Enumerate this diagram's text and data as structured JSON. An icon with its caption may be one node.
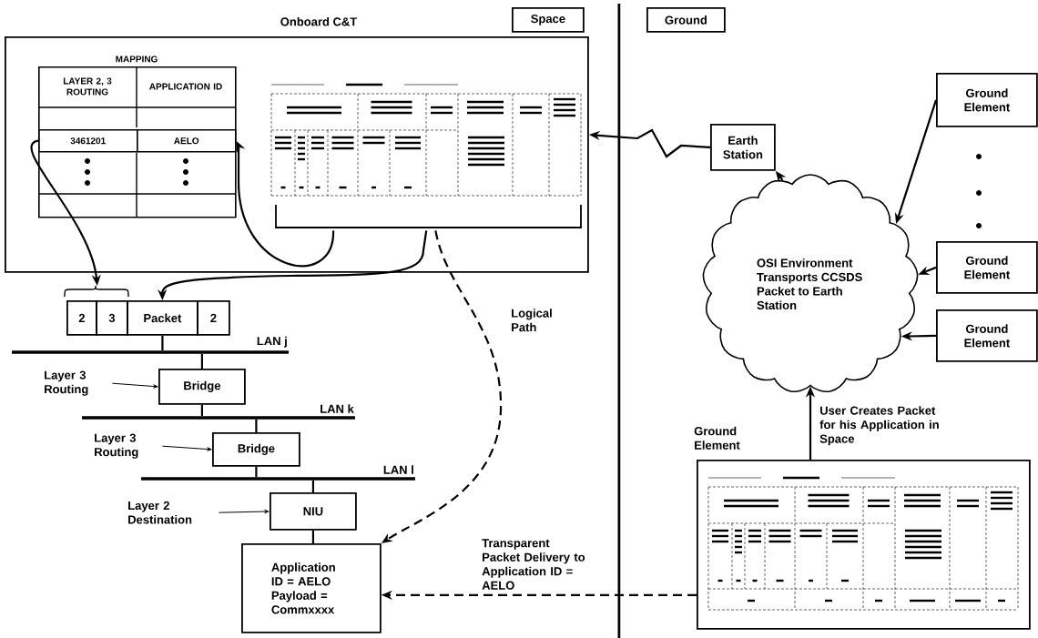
{
  "diagram": {
    "nodes": [
      {
        "text": [
          "Onboard C&T"
        ]
      },
      {
        "text": [
          "MAPPING",
          "LAYER 2, 3 ROUTING",
          "APPLICATION ID"
        ],
        "in": 0
      },
      {
        "text": [
          "3461201"
        ],
        "in": 1
      },
      {
        "text": [
          "AELO"
        ],
        "in": 1
      },
      {
        "text": [],
        "shape": "picture",
        "in": 0
      },
      {
        "text": [
          "2"
        ]
      },
      {
        "text": [
          "3"
        ]
      },
      {
        "text": [
          "Packet"
        ]
      },
      {
        "text": [
          "2"
        ]
      },
      {
        "text": [
          "LAN j"
        ]
      },
      {
        "text": [
          "Bridge"
        ]
      },
      {
        "text": [
          "LAN k"
        ]
      },
      {
        "text": [
          "Bridge"
        ]
      },
      {
        "text": [
          "LAN l"
        ]
      },
      {
        "text": [
          "NIU"
        ]
      },
      {
        "text": [
          "Application ID = AELO Payload = Commxxxx"
        ]
      },
      {
        "text": [
          "Layer 3 Routing"
        ]
      },
      {
        "text": [
          "Layer 3 Routing"
        ]
      },
      {
        "text": [
          "Layer 2 Destination"
        ]
      },
      {
        "text": [
          "Space"
        ]
      },
      {
        "text": [
          "Ground"
        ]
      },
      {
        "text": [
          "Earth Station"
        ]
      },
      {
        "text": [
          "OSI Environment Transports CCSDS Packet to Earth Station"
        ]
      },
      {
        "text": [
          "Ground Element"
        ]
      },
      {
        "text": [
          "Ground Element"
        ]
      },
      {
        "text": [
          "Ground Element"
        ]
      },
      {
        "text": [],
        "shape": "picture"
      }
    ],
    "labels": [
      "User Creates Packet for his Application in Space",
      "Ground Element"
    ],
    "edges": [
      {
        "from": 2,
        "to": 5,
        "arrow": "to"
      },
      {
        "from": 4,
        "to": 3,
        "arrow": "to"
      },
      {
        "from": 4,
        "to": 7,
        "arrow": "to"
      },
      {
        "from": 4,
        "to": 15,
        "arrow": "to",
        "style": "dashed",
        "label": "Logical Path"
      },
      {
        "from": 21,
        "to": 0,
        "arrow": "to"
      },
      {
        "from": 22,
        "to": 21,
        "arrow": "to"
      },
      {
        "from": 23,
        "to": 22,
        "arrow": "to"
      },
      {
        "from": 24,
        "to": 22,
        "arrow": "to"
      },
      {
        "from": 25,
        "to": 22,
        "arrow": "to"
      },
      {
        "from": 26,
        "to": 22,
        "arrow": "to"
      },
      {
        "from": 26,
        "to": 15,
        "arrow": "to",
        "style": "dashed",
        "label": "Transparent Packet Delivery to Application ID = AELO"
      },
      {
        "from": 7,
        "to": 9,
        "arrow": "none"
      },
      {
        "from": 9,
        "to": 10,
        "arrow": "none"
      },
      {
        "from": 10,
        "to": 11,
        "arrow": "none"
      },
      {
        "from": 11,
        "to": 12,
        "arrow": "none"
      },
      {
        "from": 12,
        "to": 13,
        "arrow": "none"
      },
      {
        "from": 13,
        "to": 14,
        "arrow": "none"
      },
      {
        "from": 14,
        "to": 15,
        "arrow": "none"
      },
      {
        "from": 16,
        "to": 10,
        "arrow": "to"
      },
      {
        "from": 17,
        "to": 12,
        "arrow": "to"
      },
      {
        "from": 18,
        "to": 14,
        "arrow": "to"
      }
    ]
  }
}
